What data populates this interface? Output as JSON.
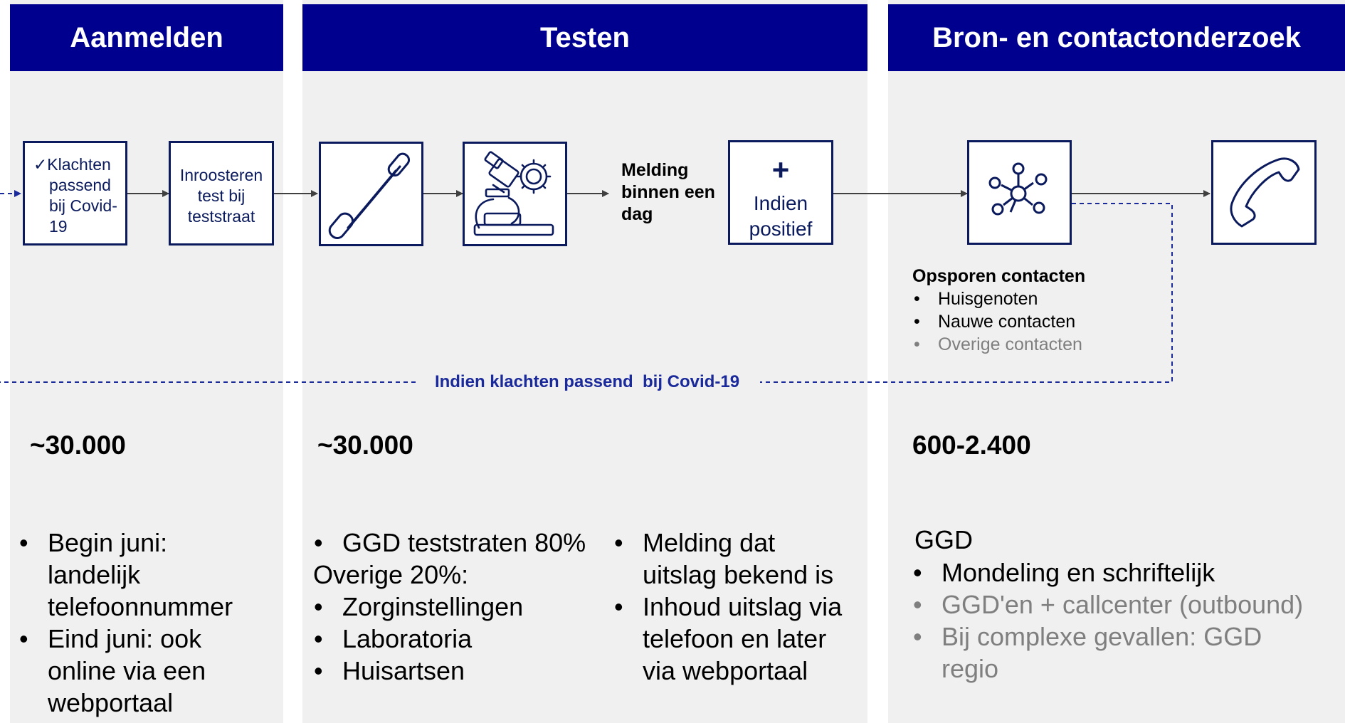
{
  "colors": {
    "header_bg": "#00008f",
    "panel_bg": "#f0f0f0",
    "box_border": "#0a1a5c",
    "dashed": "#1a2a9a"
  },
  "aanmelden": {
    "title": "Aanmelden",
    "step1": {
      "check": "✓",
      "lines": [
        "Klachten",
        "passend",
        "bij Covid-",
        "19"
      ]
    },
    "step2": {
      "lines": [
        "Inroosteren",
        "test bij",
        "teststraat"
      ]
    },
    "stat": "~30.000",
    "bullets": [
      "Begin juni: landelijk telefoonnummer",
      "Eind juni:  ook online via een webportaal"
    ]
  },
  "testen": {
    "title": "Testen",
    "icon1": "cotton-swab-icon",
    "icon2": "microscope-virus-icon",
    "melding": "Melding binnen een dag",
    "positive_plus": "+",
    "positive_label": "Indien positief",
    "stat": "~30.000",
    "col1_bullet1": "GGD teststraten 80%",
    "col1_subhead": "Overige 20%:",
    "col1_bullets": [
      "Zorginstellingen",
      "Laboratoria",
      "Huisartsen"
    ],
    "col2_bullets": [
      "Melding dat uitslag bekend is",
      "Inhoud uitslag via telefoon en later via webportaal"
    ]
  },
  "bron": {
    "title": "Bron- en contactonderzoek",
    "icon1": "network-icon",
    "icon2": "phone-icon",
    "opsporen_title": "Opsporen contacten",
    "opsporen_items": [
      "Huisgenoten",
      "Nauwe contacten",
      "Overige contacten"
    ],
    "stat": "600-2.400",
    "ggd": "GGD",
    "bullets": [
      "Mondeling en schriftelijk",
      "GGD'en + callcenter (outbound)",
      "Bij complexe gevallen: GGD regio"
    ]
  },
  "loop_label": "Indien klachten passend  bij Covid-19"
}
